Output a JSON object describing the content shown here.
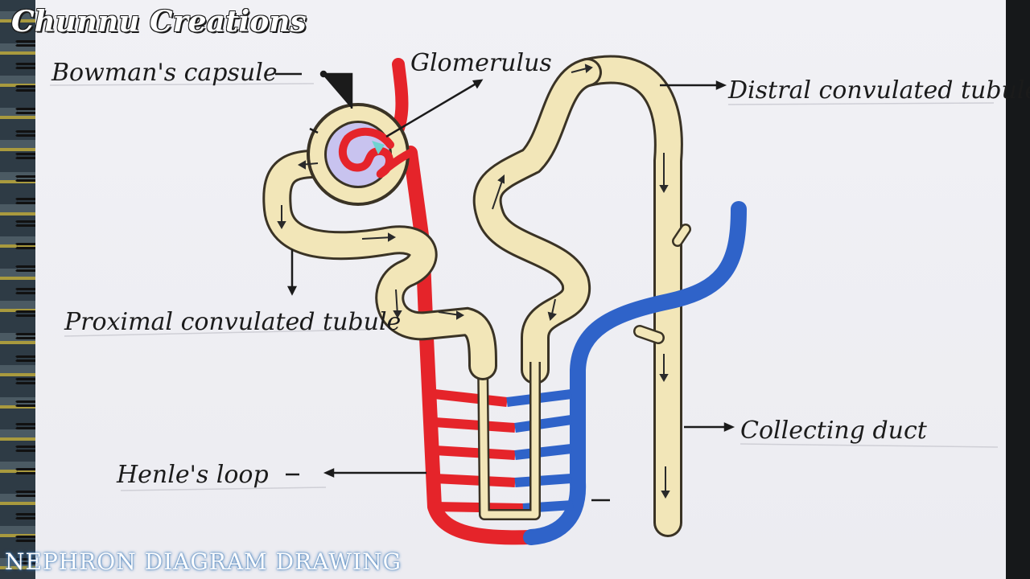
{
  "branding": {
    "name": "Chunnu Creations"
  },
  "caption": {
    "text": "NEPHRON DIAGRAM DRAWING"
  },
  "labels": {
    "bowman": "Bowman's capsule",
    "glomerulus": "Glomerulus",
    "distal": "Distral convulated tubule",
    "proximal": "Proximal convulated tubule",
    "henle": "Henle's loop",
    "collecting": "Collecting duct"
  },
  "colors": {
    "tubule": "#f2e6b8",
    "tubule_edge": "#3a3325",
    "artery": "#e5242a",
    "vein": "#2f63c9",
    "capsule_inner": "#c8c3ef",
    "paper": "#f0f0f4"
  }
}
